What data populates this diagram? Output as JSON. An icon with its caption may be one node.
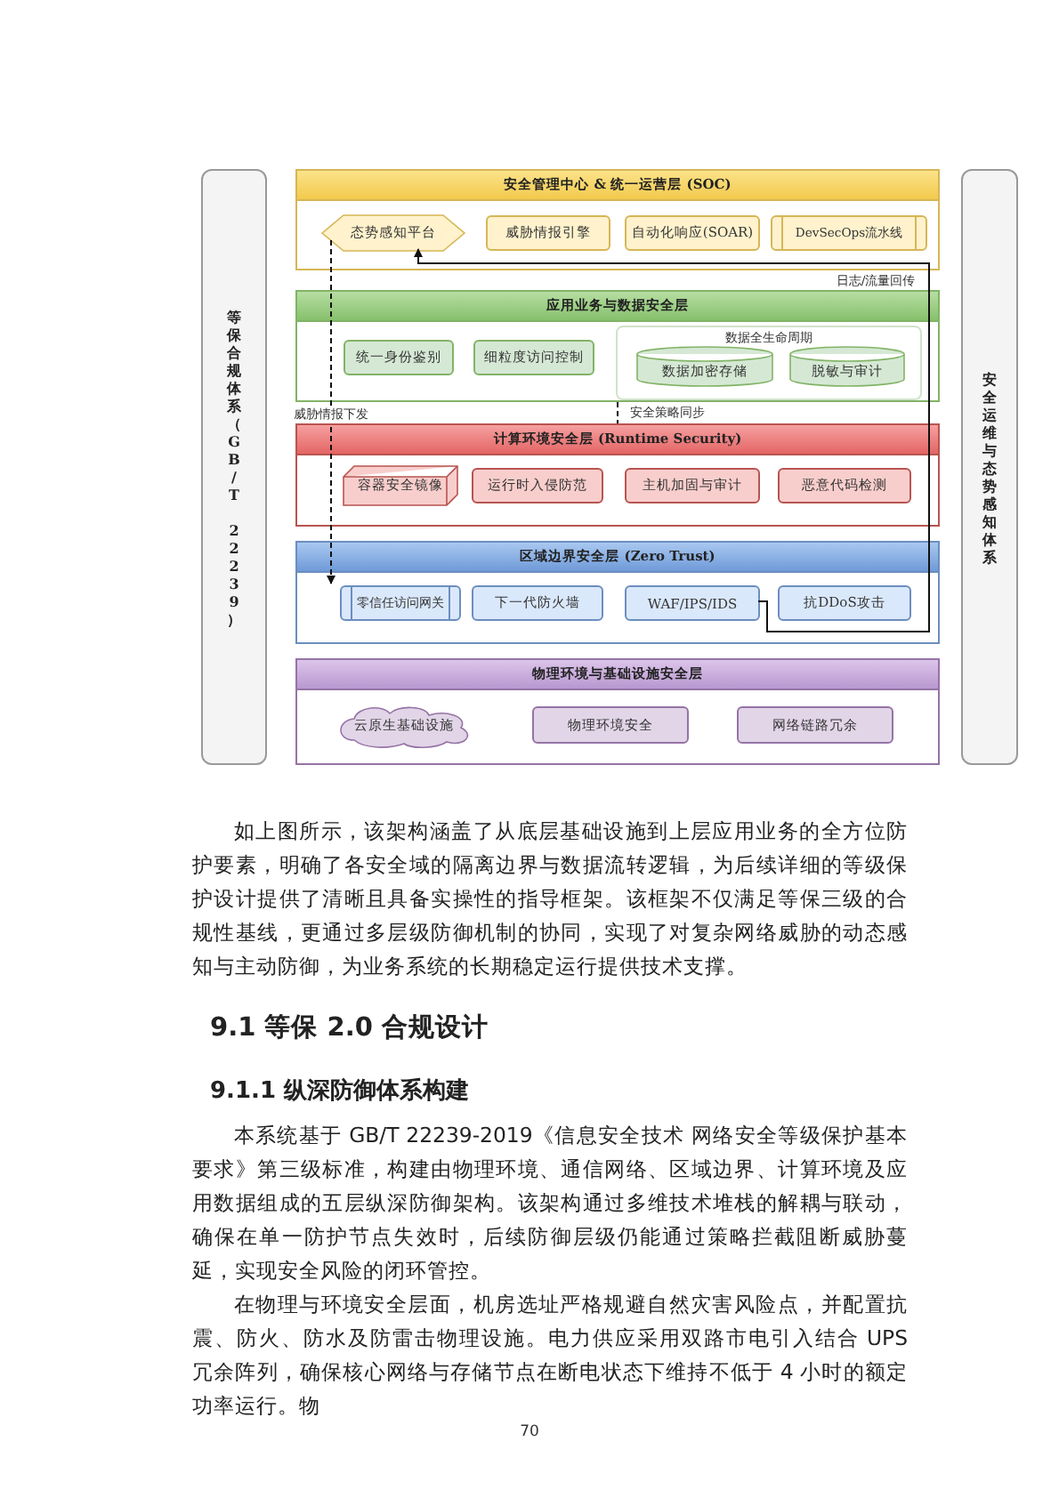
{
  "diagram": {
    "nodes": [
      {
        "text": [
          "等保合规体系（GB/T 22239）"
        ]
      },
      {
        "text": [
          "安全管理中心 & 统一运营层 (SOC)"
        ]
      },
      {
        "text": [
          "态势感知平台"
        ],
        "in": 1
      },
      {
        "text": [
          "威胁情报引擎"
        ],
        "in": 1
      },
      {
        "text": [
          "自动化响应(SOAR)"
        ],
        "in": 1
      },
      {
        "text": [
          "DevSecOps流水线"
        ],
        "in": 1
      },
      {
        "text": [
          "应用业务与数据安全层"
        ]
      },
      {
        "text": [
          "统一身份鉴别"
        ],
        "in": 6
      },
      {
        "text": [
          "细粒度访问控制"
        ],
        "in": 6
      },
      {
        "text": [
          "数据全生命周期"
        ],
        "in": 6
      },
      {
        "text": [
          "数据加密存储"
        ],
        "in": 9
      },
      {
        "text": [
          "脱敏与审计"
        ],
        "in": 9
      },
      {
        "text": [
          "计算环境安全层 (Runtime Security)"
        ]
      },
      {
        "text": [
          "容器安全镜像"
        ],
        "in": 12
      },
      {
        "text": [
          "运行时入侵防范"
        ],
        "in": 12
      },
      {
        "text": [
          "主机加固与审计"
        ],
        "in": 12
      },
      {
        "text": [
          "恶意代码检测"
        ],
        "in": 12
      },
      {
        "text": [
          "区域边界安全层 (Zero Trust)"
        ]
      },
      {
        "text": [
          "零信任访问网关"
        ],
        "in": 17
      },
      {
        "text": [
          "下一代防火墙"
        ],
        "in": 17
      },
      {
        "text": [
          "WAF/IPS/IDS"
        ],
        "in": 17
      },
      {
        "text": [
          "抗DDoS攻击"
        ],
        "in": 17
      },
      {
        "text": [
          "物理环境与基础设施安全层"
        ]
      },
      {
        "text": [
          "云原生基础设施"
        ],
        "in": 22
      },
      {
        "text": [
          "物理环境安全"
        ],
        "in": 22
      },
      {
        "text": [
          "网络链路冗余"
        ],
        "in": 22
      },
      {
        "text": [
          "安全运维与态势感知体系"
        ]
      }
    ],
    "edges": [
      {
        "from": 2,
        "to": 18,
        "arrow": "to",
        "style": "dashed",
        "label": "威胁情报下发"
      },
      {
        "from": 20,
        "to": 2,
        "arrow": "to",
        "label": "日志/流量回传"
      },
      {
        "from": 6,
        "to": 12,
        "arrow": "none",
        "style": "dashed",
        "label": "安全策略同步"
      }
    ],
    "labels": [
      "如上图所示，该架构涵盖了从底层基础设施到上层应用业务的全方位防护要素，明确了各安全域的隔离边界与数据流转逻辑，为后续详细的等级保护设计提供了清晰且具备实操性的指导框架。该框架不仅满足等保三级的合规性基线，更通过多层级防御机制的协同，实现了对复杂网络威胁的动态感知与主动防御，为业务系统的长期稳定运行提供技术支撑。",
      "9.1 等保 2.0 合规设计",
      "9.1.1 纵深防御体系构建",
      "本系统基于 GB/T 22239-2019《信息安全技术 网络安全等级保护基本要求》第三级标准，构建由物理环境、通信网络、区域边界、计算环境及应用数据组成的五层纵深防御架构。该架构通过多维技术堆栈的解耦与联动，确保在单一防护节点失效时，后续防御层级仍能通过策略拦截阻断威胁蔓延，实现安全风险的闭环管控。",
      "在物理与环境安全层面，机房选址严格规避自然灾害风险点，并配置抗震、防火、防水及防雷击物理设施。电力供应采用双路市电引入结合 UPS 冗余阵列，确保核心网络与存储节点在断电状态下维持不低于 4 小时的额定功率运行。物",
      "70"
    ]
  }
}
